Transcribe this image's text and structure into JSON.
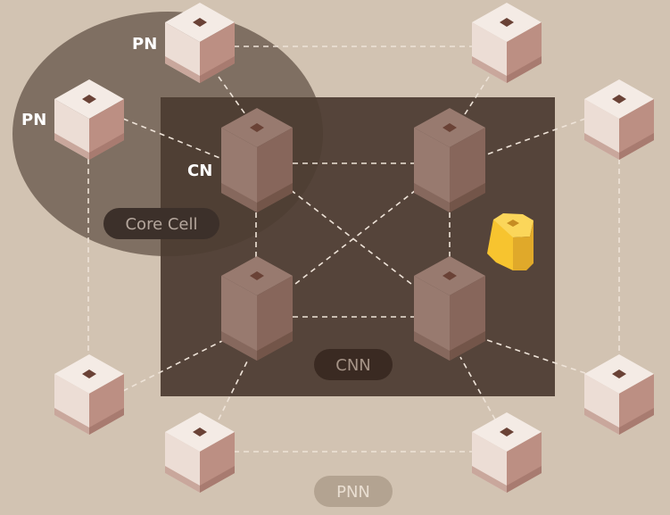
{
  "labels": {
    "pn_top": "PN",
    "pn_left": "PN",
    "cn": "CN",
    "core_cell": "Core Cell",
    "cnn": "CNN",
    "pnn": "PNN"
  },
  "colors": {
    "background": "#d2c3b2",
    "core_cell_region": "#4c3c30",
    "cnn_region": "#3f2e25",
    "pn_top": "#f4ebe5",
    "pn_left": "#ecddd5",
    "pn_right": "#bc8f83",
    "cn_left": "#987a6f",
    "cn_right": "#87665b",
    "token": "#f7c42f",
    "label_text": "#ffffff",
    "core_pill": "#3c302a",
    "core_pill_text": "#b5a79d",
    "cnn_pill": "#3a2a22",
    "cnn_pill_text": "#a69487",
    "pnn_pill": "#b3a391",
    "pnn_pill_text": "#e9ded1",
    "dashed_line": "#eee3d8"
  }
}
